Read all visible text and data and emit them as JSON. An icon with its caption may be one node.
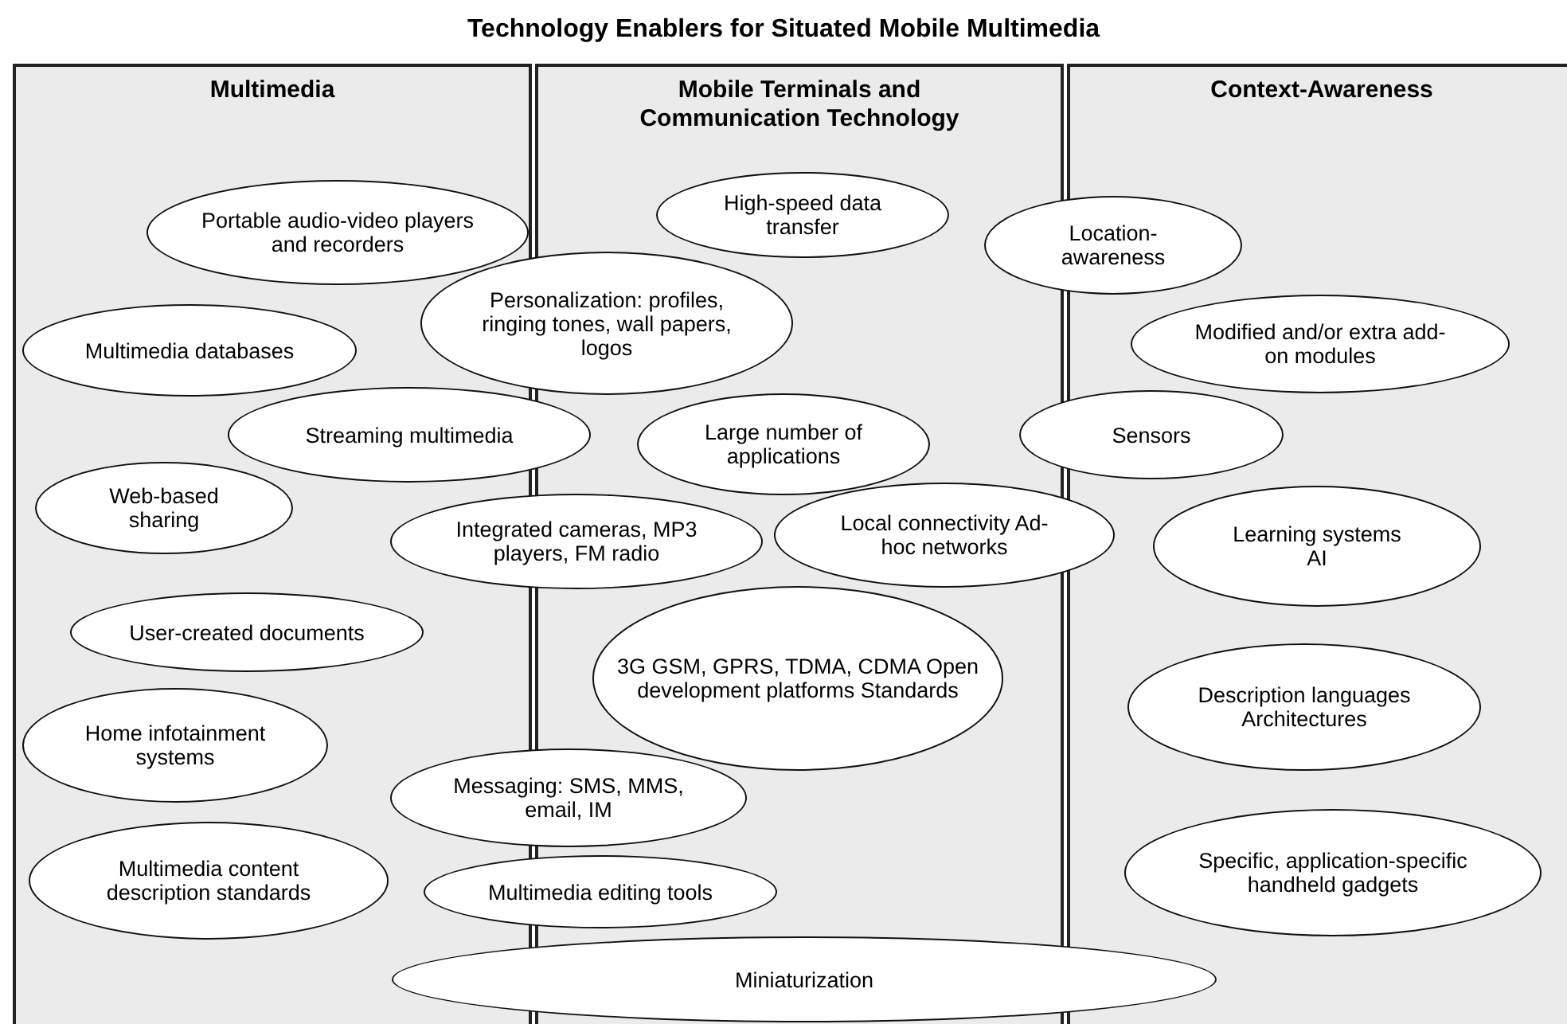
{
  "diagram": {
    "title": "Technology Enablers for Situated Mobile Multimedia",
    "nodes": [
      {
        "text": [
          "Multimedia"
        ]
      },
      {
        "text": [
          "Mobile Terminals and Communication Technology"
        ]
      },
      {
        "text": [
          "Context-Awareness"
        ]
      },
      {
        "text": [
          "Portable audio-video players and recorders"
        ],
        "in": 0
      },
      {
        "text": [
          "High-speed data transfer"
        ],
        "in": 1
      },
      {
        "text": [
          "Location-awareness"
        ]
      },
      {
        "text": [
          "Personalization: profiles, ringing tones, wall papers, logos"
        ]
      },
      {
        "text": [
          "Multimedia databases"
        ],
        "in": 0
      },
      {
        "text": [
          "Modified and/or extra add-on modules"
        ],
        "in": 2
      },
      {
        "text": [
          "Streaming multimedia"
        ]
      },
      {
        "text": [
          "Large number of applications"
        ],
        "in": 1
      },
      {
        "text": [
          "Sensors"
        ]
      },
      {
        "text": [
          "Web-based sharing"
        ],
        "in": 0
      },
      {
        "text": [
          "Integrated cameras, MP3 players, FM radio"
        ]
      },
      {
        "text": [
          "Local connectivity Ad-hoc networks"
        ]
      },
      {
        "text": [
          "Learning systems AI"
        ],
        "in": 2
      },
      {
        "text": [
          "User-created documents"
        ],
        "in": 0
      },
      {
        "text": [
          "3G GSM, GPRS, TDMA, CDMA Open development platforms Standards"
        ],
        "in": 1
      },
      {
        "text": [
          "Home infotainment systems"
        ],
        "in": 0
      },
      {
        "text": [
          "Description languages Architectures"
        ],
        "in": 2
      },
      {
        "text": [
          "Messaging: SMS, MMS, email, IM"
        ]
      },
      {
        "text": [
          "Multimedia content description standards"
        ],
        "in": 0
      },
      {
        "text": [
          "Specific, application-specific handheld gadgets"
        ],
        "in": 2
      },
      {
        "text": [
          "Multimedia editing tools"
        ]
      },
      {
        "text": [
          "Miniaturization"
        ]
      }
    ]
  }
}
